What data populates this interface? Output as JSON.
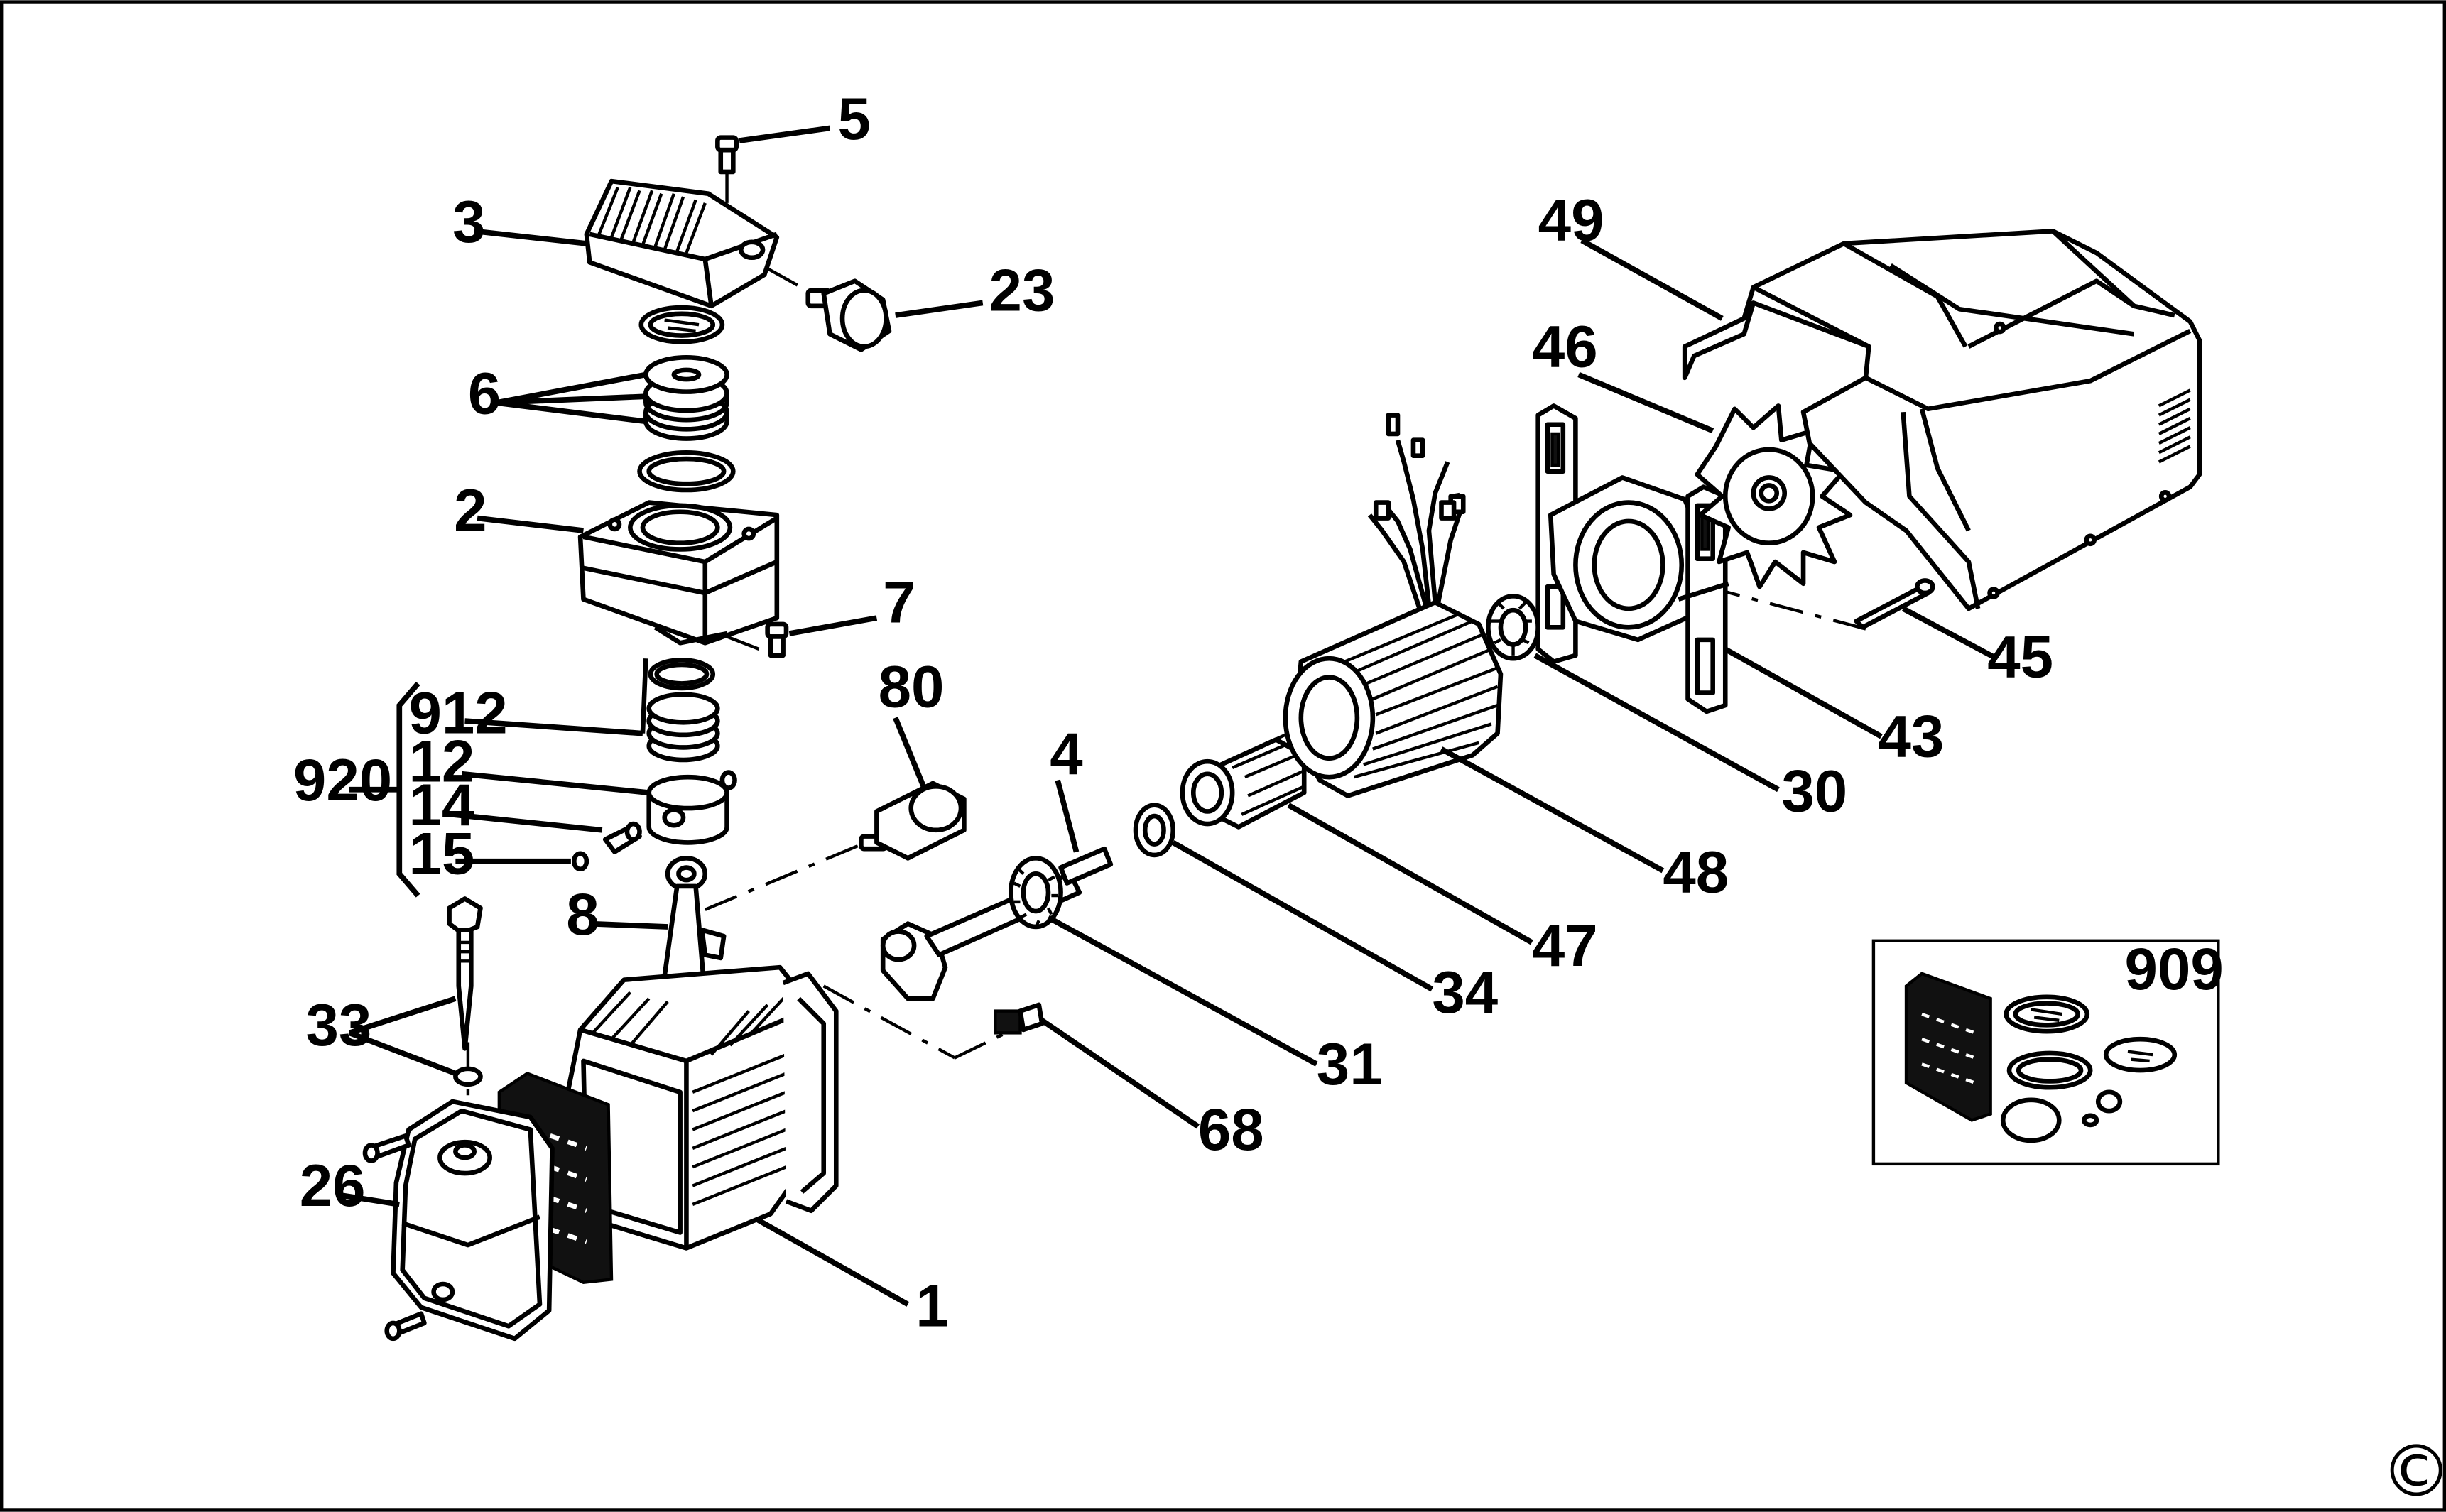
{
  "diagram": {
    "labels": {
      "l1": "1",
      "l2": "2",
      "l3": "3",
      "l4": "4",
      "l5": "5",
      "l6": "6",
      "l7": "7",
      "l8": "8",
      "l12": "12",
      "l14": "14",
      "l15": "15",
      "l23": "23",
      "l26": "26",
      "l30": "30",
      "l31": "31",
      "l33": "33",
      "l34": "34",
      "l43": "43",
      "l45": "45",
      "l46": "46",
      "l47": "47",
      "l48": "48",
      "l49": "49",
      "l68": "68",
      "l80": "80",
      "l909": "909",
      "l912": "912",
      "l920": "920"
    },
    "copyright": "©"
  }
}
